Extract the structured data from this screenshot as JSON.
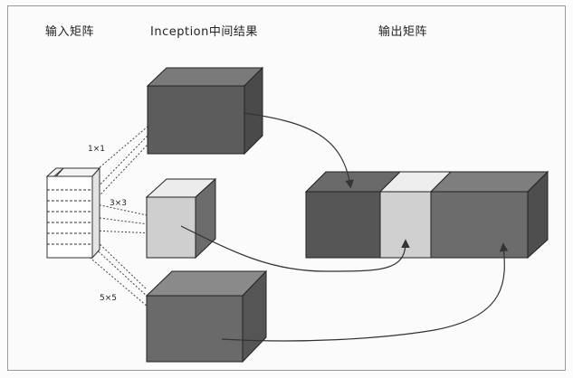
{
  "headings": {
    "input": "输入矩阵",
    "intermediate": "Inception中间结果",
    "output": "输出矩阵"
  },
  "conv_labels": {
    "k1": "1×1",
    "k3": "3×3",
    "k5": "5×5"
  },
  "colors": {
    "dark_cube": "#5a5a5a",
    "light_cube": "#d2d2d2",
    "medium_cube": "#6e6e6e",
    "line": "#333333"
  }
}
